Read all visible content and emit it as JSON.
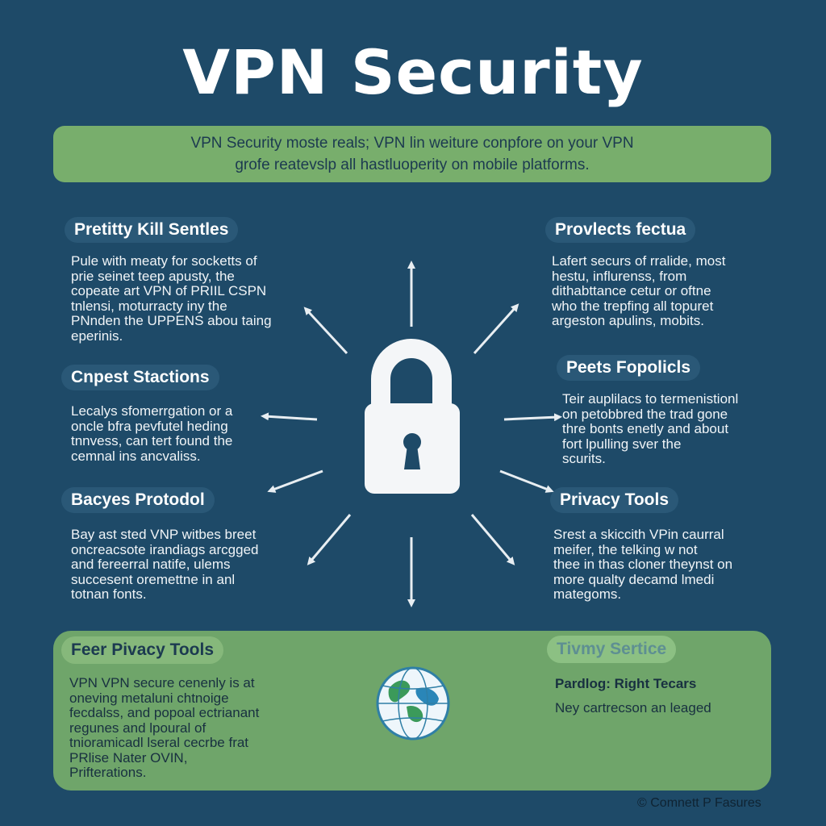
{
  "header": {
    "title": "VPN Security"
  },
  "banner": {
    "lines": [
      "VPN Security moste reals; VPN lin weiture conpfore on your VPN",
      "grofe reatevslp all hastluoperity on mobile platforms."
    ]
  },
  "sections": [
    {
      "title": "Pretitty Kill Sentles",
      "lines": [
        "Pule with meaty for socketts of",
        "prie seinet teep apusty, the",
        "copeate art VPN of PRIIL CSPN",
        "tnlensi, moturracty iny the",
        "PNnden the UPPENS abou taing",
        "eperinis."
      ]
    },
    {
      "title": "Provlects fectua",
      "lines": [
        "Lafert securs of rralide, most",
        "hestu, influrenss, from",
        "dithabttance cetur or oftne",
        "who the trepfing all topuret",
        "argeston apulins, mobits."
      ]
    },
    {
      "title": "Cnpest Stactions",
      "lines": [
        "Lecalys sfomerrgation or a",
        "oncle bfra pevfutel heding",
        "tnnvess, can tert found the",
        "cemnal ins ancvaliss."
      ]
    },
    {
      "title": "Peets Fopolicls",
      "lines": [
        "Teir auplilacs to termenistionl",
        "on petobbred the trad gone",
        "thre bonts enetly and about",
        "fort lpulling sver the",
        "scurits."
      ]
    },
    {
      "title": "Bacyes Protodol",
      "lines": [
        "Bay ast sted VNP witbes breet",
        "oncreacsote irandiags arcgged",
        "and fereerral natife, ulems",
        "succesent oremettne in anl",
        "totnan fonts."
      ]
    },
    {
      "title": "Privacy Tools",
      "lines": [
        "Srest a skiccith VPin caurral",
        "meifer, the telking w not",
        "thee in thas cloner theynst on",
        "more qualty decamd lmedi",
        "mategoms."
      ]
    }
  ],
  "bottom_panel": {
    "left_title": "Feer Pivacy Tools",
    "left_lines": [
      "VPN VPN secure cenenly is at",
      "oneving metaluni chtnoige",
      "fecdalss, and popoal ectrianant",
      "regunes and lpoural of",
      "tnioramicadl lseral cecrbe frat",
      "PRlise Nater OVIN,",
      "Prifterations."
    ],
    "right_title": "Tivmy Sertice",
    "right_subtitle": "Pardlog: Right Tecars",
    "right_text": "Ney cartrecson an leaged"
  },
  "footer": {
    "text": "© Comnett P Fasures"
  },
  "colors": {
    "background": "#1e4a68",
    "banner": "#78ae6c",
    "panel": "#6fa56a",
    "pill": "#2a5877",
    "lock": "#f4f6f8"
  },
  "icons": [
    "padlock-icon",
    "globe-icon",
    "arrow-icon"
  ]
}
